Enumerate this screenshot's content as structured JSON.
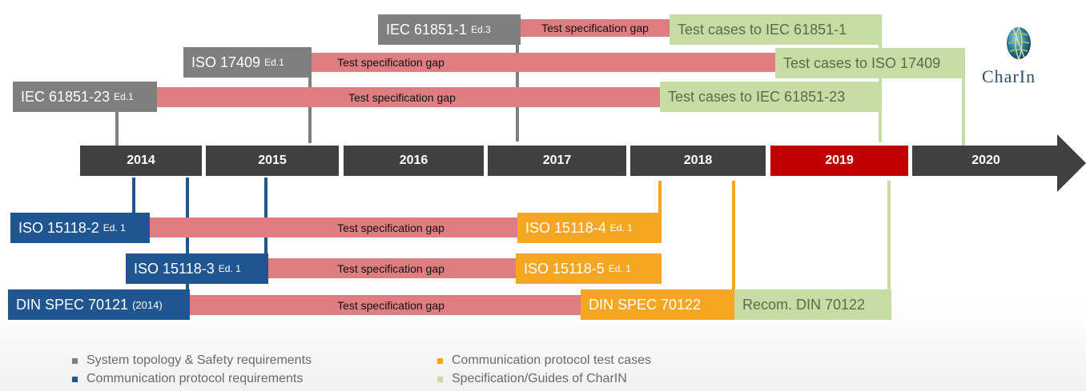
{
  "years": [
    "2014",
    "2015",
    "2016",
    "2017",
    "2018",
    "2019",
    "2020"
  ],
  "top_standards": [
    {
      "name": "IEC 61851-1",
      "edition": "Ed.3",
      "gap": "Test specification gap",
      "test_cases": "Test cases to IEC 61851-1"
    },
    {
      "name": "ISO 17409",
      "edition": "Ed.1",
      "gap": "Test specification gap",
      "test_cases": "Test cases to ISO 17409"
    },
    {
      "name": "IEC 61851-23",
      "edition": "Ed.1",
      "gap": "Test specification gap",
      "test_cases": "Test cases to IEC 61851-23"
    }
  ],
  "bottom_standards": [
    {
      "name": "ISO 15118-2",
      "edition": "Ed. 1",
      "gap": "Test specification gap",
      "test_spec": "ISO 15118-4",
      "test_spec_edition": "Ed. 1"
    },
    {
      "name": "ISO 15118-3",
      "edition": "Ed. 1",
      "gap": "Test specification gap",
      "test_spec": "ISO 15118-5",
      "test_spec_edition": "Ed. 1"
    },
    {
      "name": "DIN SPEC 70121",
      "edition": "(2014)",
      "gap": "Test specification gap",
      "test_spec": "DIN SPEC 70122",
      "recommendation": "Recom. DIN 70122"
    }
  ],
  "logo": {
    "text_main": "Char",
    "text_end": "In"
  },
  "legend": [
    {
      "label": "System topology & Safety requirements",
      "color": "#7f7f7f"
    },
    {
      "label": "Communication protocol requirements",
      "color": "#1f5590"
    },
    {
      "label": "Communication protocol test cases",
      "color": "#f6a623"
    },
    {
      "label": "Specification/Guides of CharIN",
      "color": "#c5dca2"
    }
  ],
  "colors": {
    "year_default": "#404040",
    "year_highlight": "#c00000",
    "gray": "#7f7f7f",
    "blue": "#1f5590",
    "orange": "#f6a623",
    "green": "#c5dca2",
    "gap": "#df7e80"
  }
}
